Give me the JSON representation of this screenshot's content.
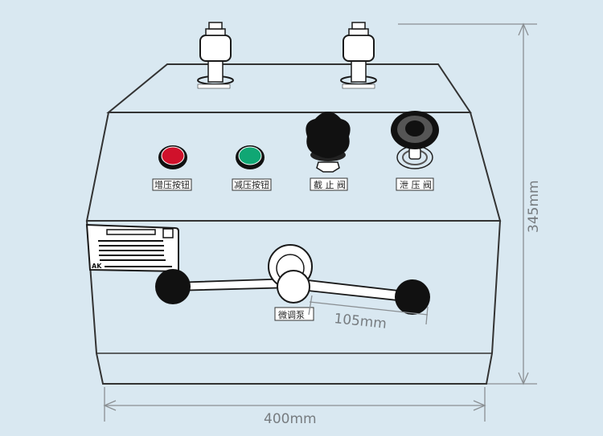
{
  "labels": {
    "increase_button": "增压按钮",
    "decrease_button": "减压按钮",
    "shutoff_valve": "截 止 阀",
    "relief_valve": "泄 压 阀",
    "fine_pump": "微调泵"
  },
  "dimensions": {
    "width": "400mm",
    "height": "345mm",
    "handle": "105mm"
  },
  "logo": "AK",
  "colors": {
    "background": "#d9e8f1",
    "increase_button": "#d0112b",
    "decrease_button": "#10a774"
  }
}
